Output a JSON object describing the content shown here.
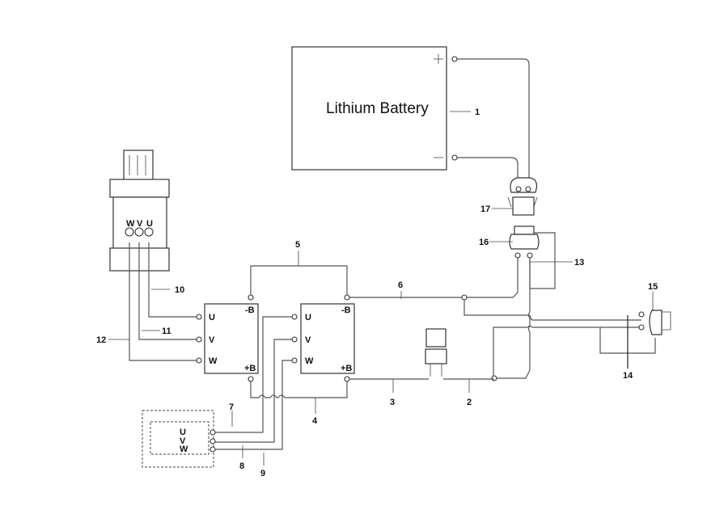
{
  "diagram": {
    "battery": {
      "title": "Lithium Battery",
      "plus": "+",
      "minus": "−",
      "callout": "1"
    },
    "motor": {
      "terminals": [
        "W",
        "V",
        "U"
      ]
    },
    "controller_left": {
      "terminals": [
        "U",
        "V",
        "W"
      ],
      "neg": "-B",
      "pos": "+B"
    },
    "controller_right": {
      "terminals": [
        "U",
        "V",
        "W"
      ],
      "neg": "-B",
      "pos": "+B"
    },
    "pump_motor": {
      "terminals": [
        "U",
        "V",
        "W"
      ]
    },
    "callouts": [
      "1",
      "2",
      "3",
      "4",
      "5",
      "6",
      "7",
      "8",
      "9",
      "10",
      "11",
      "12",
      "13",
      "14",
      "15",
      "16",
      "17"
    ]
  }
}
